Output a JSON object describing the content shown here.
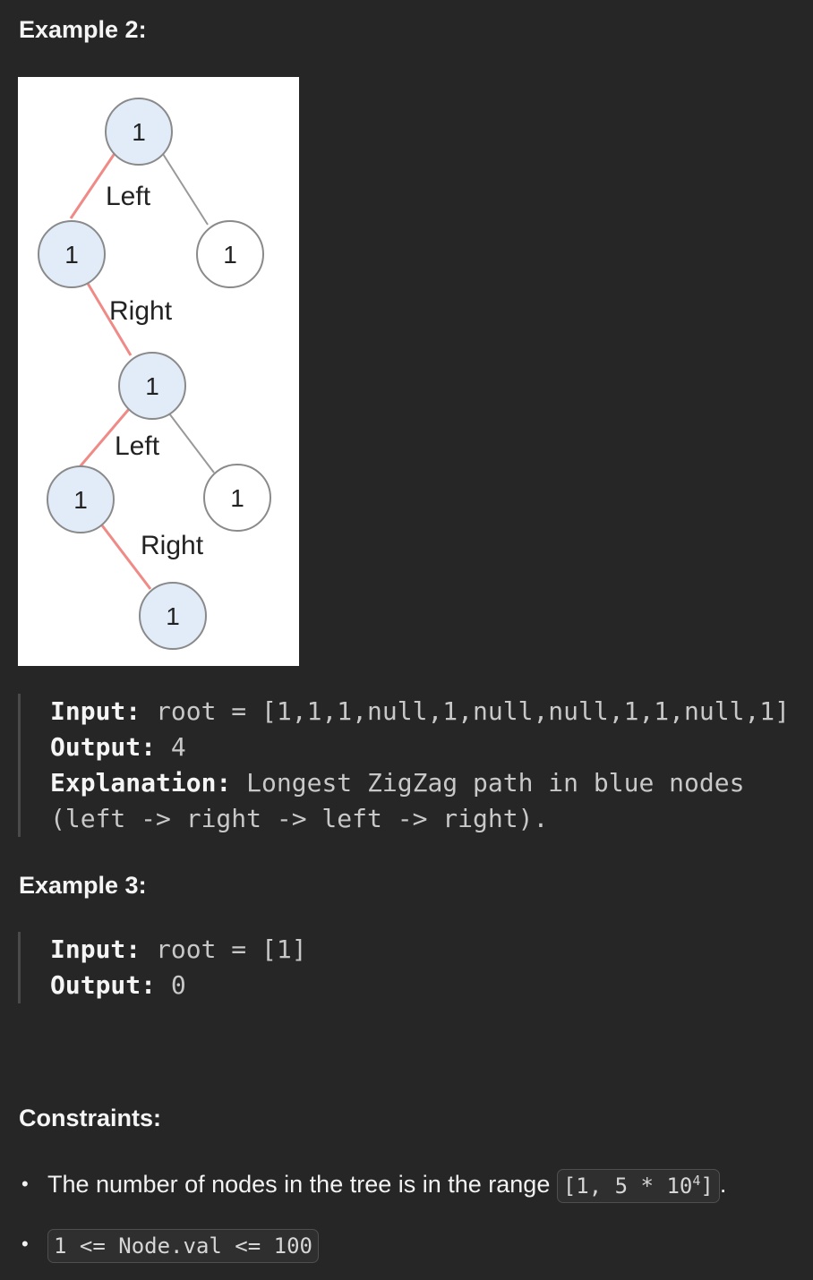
{
  "example2": {
    "heading": "Example 2:",
    "tree": {
      "nodes": [
        {
          "label": "1",
          "highlighted": true
        },
        {
          "label": "1",
          "highlighted": true
        },
        {
          "label": "1",
          "highlighted": false
        },
        {
          "label": "1",
          "highlighted": true
        },
        {
          "label": "1",
          "highlighted": true
        },
        {
          "label": "1",
          "highlighted": false
        },
        {
          "label": "1",
          "highlighted": true
        }
      ],
      "edge_labels": [
        "Left",
        "Right",
        "Left",
        "Right"
      ],
      "colors": {
        "node_highlight": "#e1ecf8",
        "node_plain": "#ffffff",
        "node_border": "#8a8a8a",
        "path_edge": "#ef8a86",
        "plain_edge": "#999999"
      }
    },
    "input_label": "Input:",
    "input_value": " root = [1,1,1,null,1,null,null,1,1,null,1]",
    "output_label": "Output:",
    "output_value": " 4",
    "explanation_label": "Explanation:",
    "explanation_value": " Longest ZigZag path in blue nodes",
    "explanation_value_cont": "(left -> right -> left -> right)."
  },
  "example3": {
    "heading": "Example 3:",
    "input_label": "Input:",
    "input_value": " root = [1]",
    "output_label": "Output:",
    "output_value": " 0"
  },
  "constraints": {
    "heading": "Constraints:",
    "items": [
      {
        "text": "The number of nodes in the tree is in the range ",
        "code": "[1, 5 * 10",
        "code_sup": "4",
        "code_end": "]",
        "suffix": "."
      },
      {
        "text": "",
        "code": "1 <= Node.val <= 100"
      }
    ],
    "bullet": "•"
  }
}
